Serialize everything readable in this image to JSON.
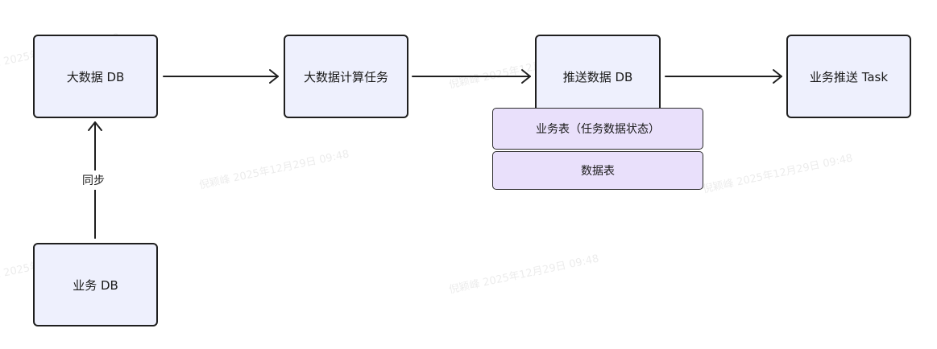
{
  "nodes": {
    "bigdata_db": "大数据 DB",
    "bigdata_task": "大数据计算任务",
    "push_db": "推送数据 DB",
    "push_task": "业务推送 Task",
    "biz_db": "业务 DB"
  },
  "tables": {
    "biz_table": "业务表（任务数据状态）",
    "data_table": "数据表"
  },
  "edges": {
    "sync_label": "同步"
  },
  "watermark": "倪颖峰 2025年12月29日 09:48",
  "colors": {
    "node_fill": "#eef0fd",
    "table_fill": "#e9e0fb",
    "stroke": "#1f1f1f"
  }
}
